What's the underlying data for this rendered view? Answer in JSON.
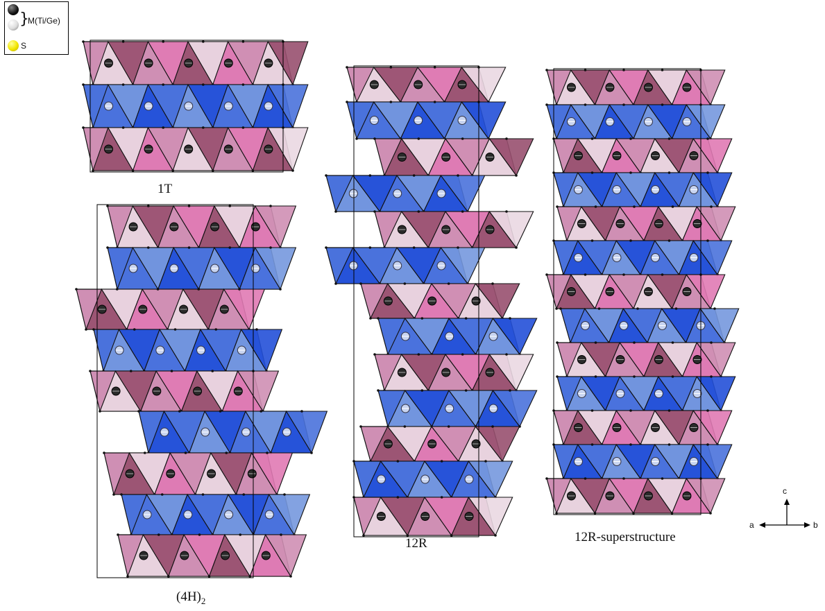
{
  "colors": {
    "pink_light": "#ead8e2",
    "pink_mid": "#cf8fb4",
    "pink_dark": "#98506f",
    "pink_bright": "#e07ab4",
    "blue_light": "#7598de",
    "blue_mid": "#4a72dc",
    "blue_dark": "#2350d8",
    "sulfur": "#f2e600"
  },
  "legend": {
    "metal_label": "M(Ti/Ge)",
    "sulfur_label": "S",
    "icons": [
      "black-sphere",
      "white-sphere",
      "yellow-sphere"
    ]
  },
  "structures": [
    {
      "id": "1T",
      "label": "1T",
      "layers": [
        "pink",
        "blue",
        "pink"
      ]
    },
    {
      "id": "4H2",
      "label_main": "(4H)",
      "label_sub": "2",
      "layers": [
        "pink",
        "blue",
        "pink",
        "blue",
        "pink",
        "blue",
        "pink",
        "blue",
        "pink"
      ]
    },
    {
      "id": "12R",
      "label": "12R",
      "layers": [
        "pink",
        "blue",
        "pink",
        "blue",
        "pink",
        "blue",
        "pink",
        "blue",
        "pink",
        "blue",
        "pink",
        "blue",
        "pink"
      ]
    },
    {
      "id": "12R-super",
      "label": "12R-superstructure",
      "layers": [
        "pink",
        "blue",
        "pink",
        "blue",
        "pink",
        "blue",
        "pink",
        "blue",
        "pink",
        "blue",
        "pink",
        "blue",
        "pink"
      ]
    }
  ],
  "axes": {
    "a": "a",
    "b": "b",
    "c": "c"
  }
}
